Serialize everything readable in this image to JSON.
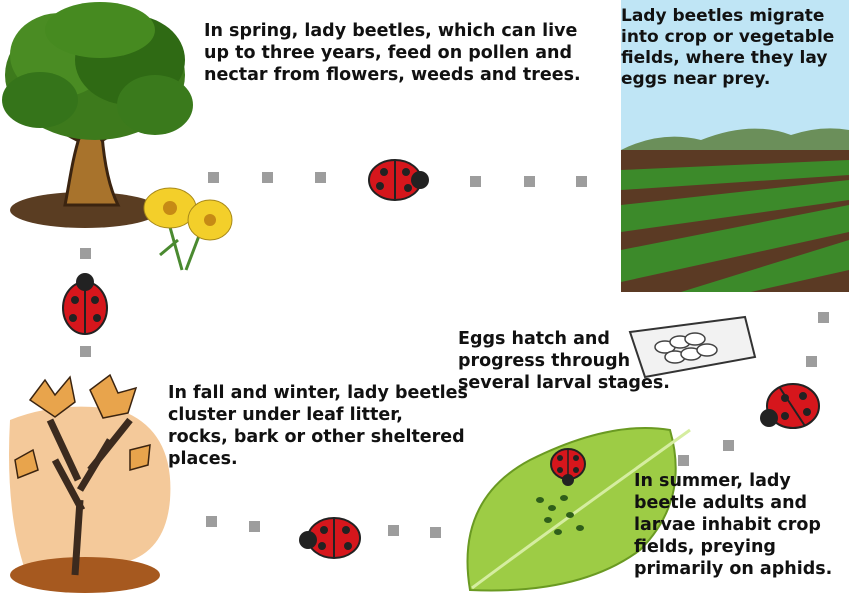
{
  "diagram": {
    "captions": {
      "spring": "In spring, lady beetles, which can live up to three years, feed on pollen and nectar from flowers, weeds and trees.",
      "migrate": "Lady beetles migrate into crop or vegetable fields, where they lay eggs near prey.",
      "eggs": "Eggs hatch and progress through several larval stages.",
      "summer": "In summer, lady beetle adults and larvae inhabit crop fields, preying primarily on aphids.",
      "fall": "In fall and winter, lady beetles cluster under leaf litter, rocks, bark or other sheltered places."
    },
    "colors": {
      "path_dot": "#9d9d9d",
      "beetle_red": "#d6161c",
      "foliage_green": "#3f7d1e",
      "leaf_green": "#9dcc45",
      "sky": "#bfe5f5",
      "autumn_orange": "#e59a45"
    }
  }
}
